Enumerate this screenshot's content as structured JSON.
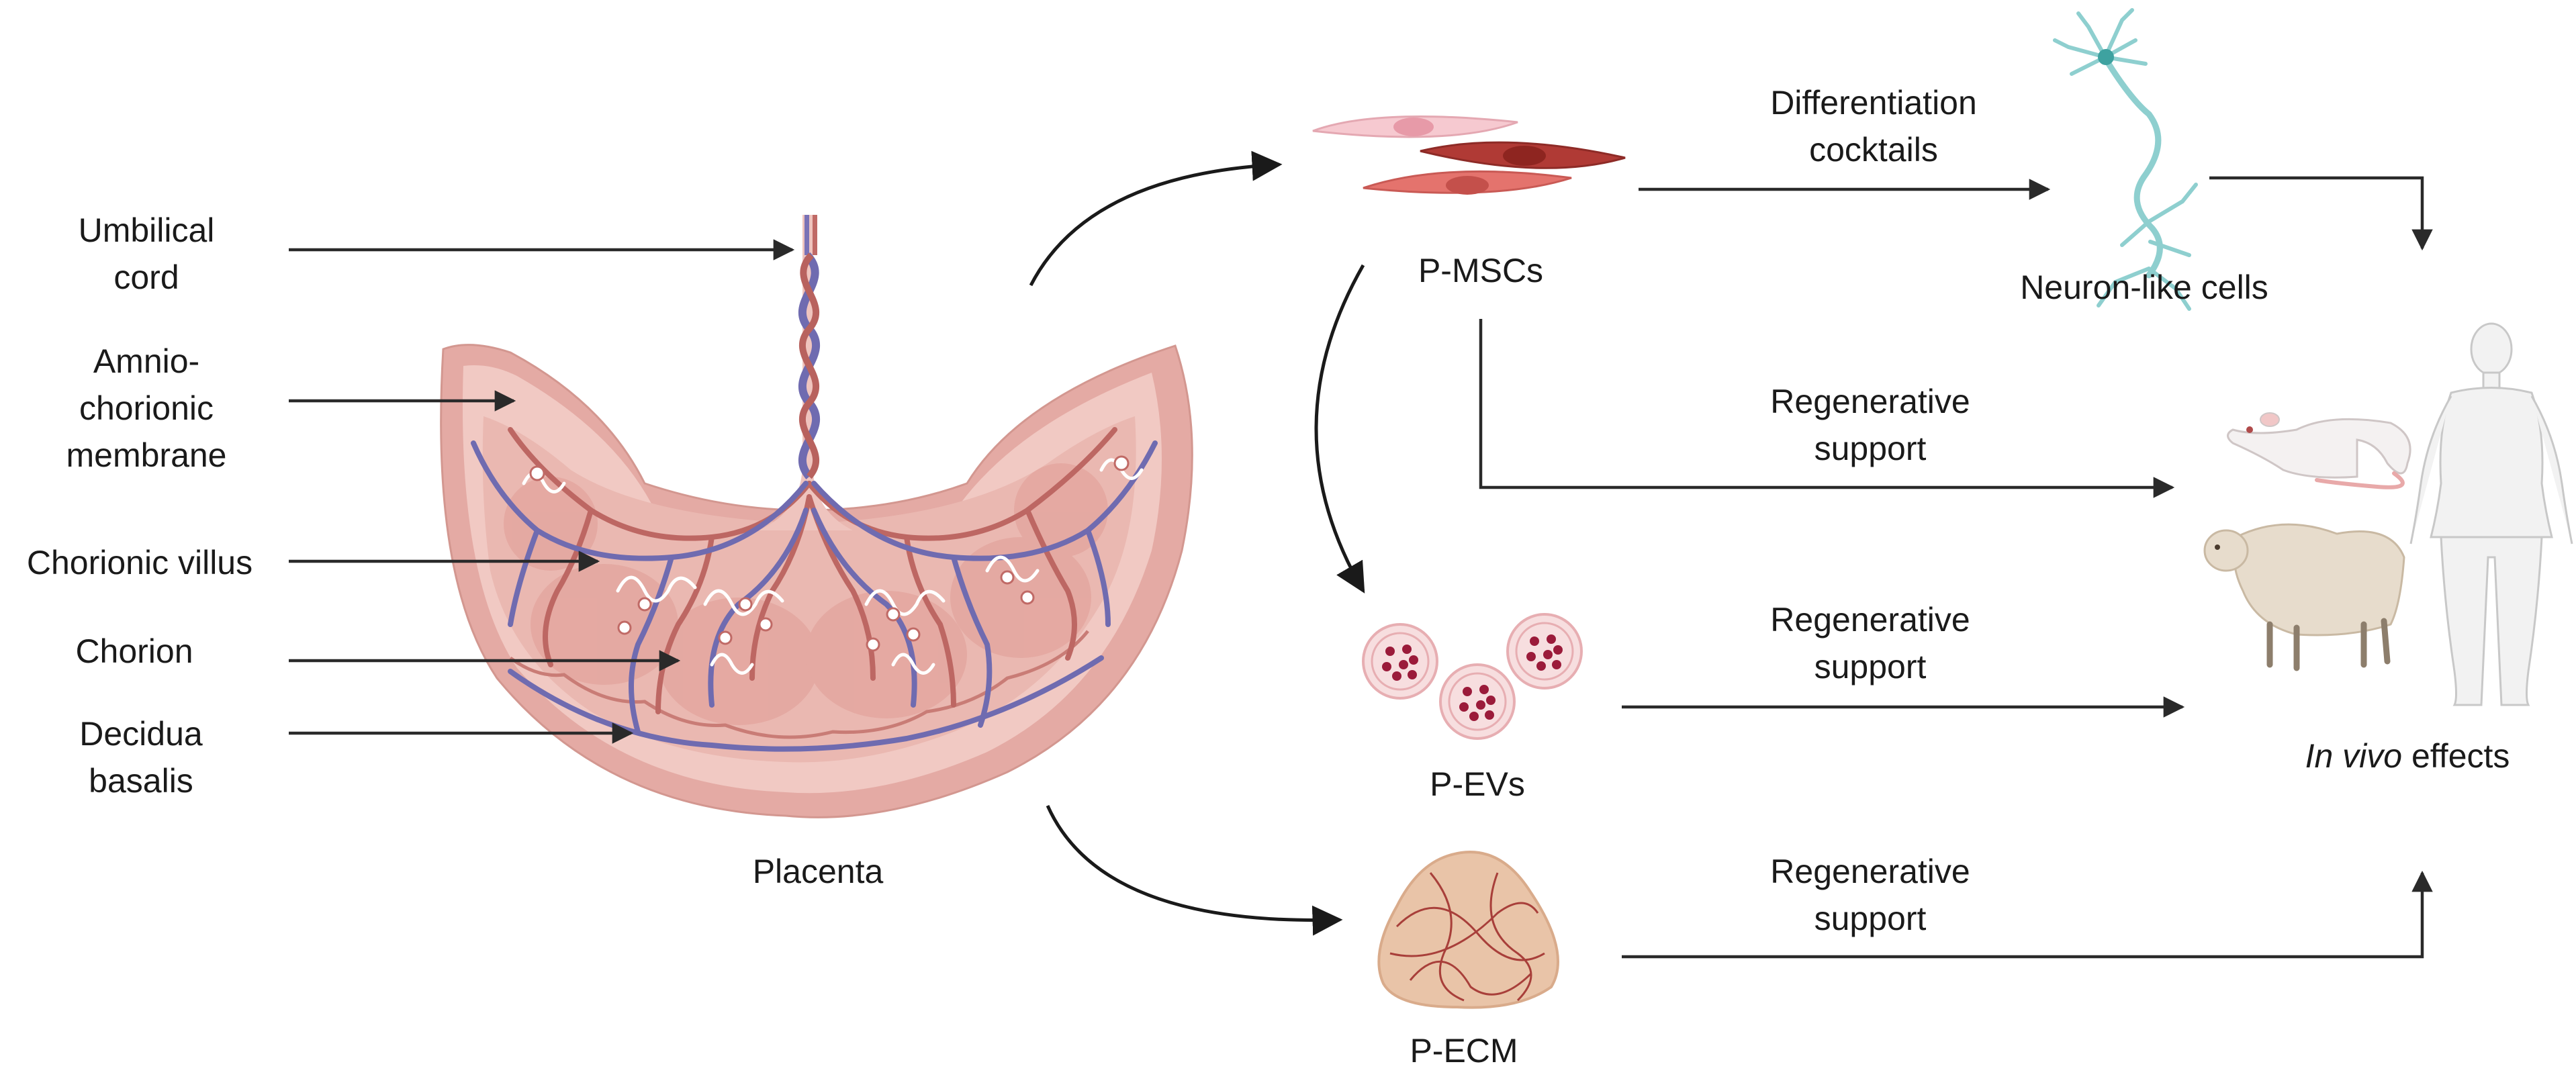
{
  "source": {
    "title": "Placenta",
    "parts": [
      "Umbilical\ncord",
      "Amnio-\nchorionic\nmembrane",
      "Chorionic villus",
      "Chorion",
      "Decidua\nbasalis"
    ]
  },
  "products": {
    "mscs": "P-MSCs",
    "evs": "P-EVs",
    "ecm": "P-ECM"
  },
  "neurons": {
    "process": "Differentiation\ncocktails",
    "label": "Neuron-like cells"
  },
  "regen_labels": [
    "Regenerative\nsupport",
    "Regenerative\nsupport",
    "Regenerative\nsupport"
  ],
  "outcome": {
    "italic": "In vivo",
    "rest": " effects"
  },
  "colors": {
    "placenta_outer": "#e9b6b0",
    "placenta_inner": "#f3cfc9",
    "vein": "#6f6bb0",
    "artery": "#c06a66",
    "msc_light": "#f5c8cf",
    "msc_dark": "#b03a35",
    "ecm": "#e9c4a8",
    "neuron": "#8ecfcf"
  }
}
